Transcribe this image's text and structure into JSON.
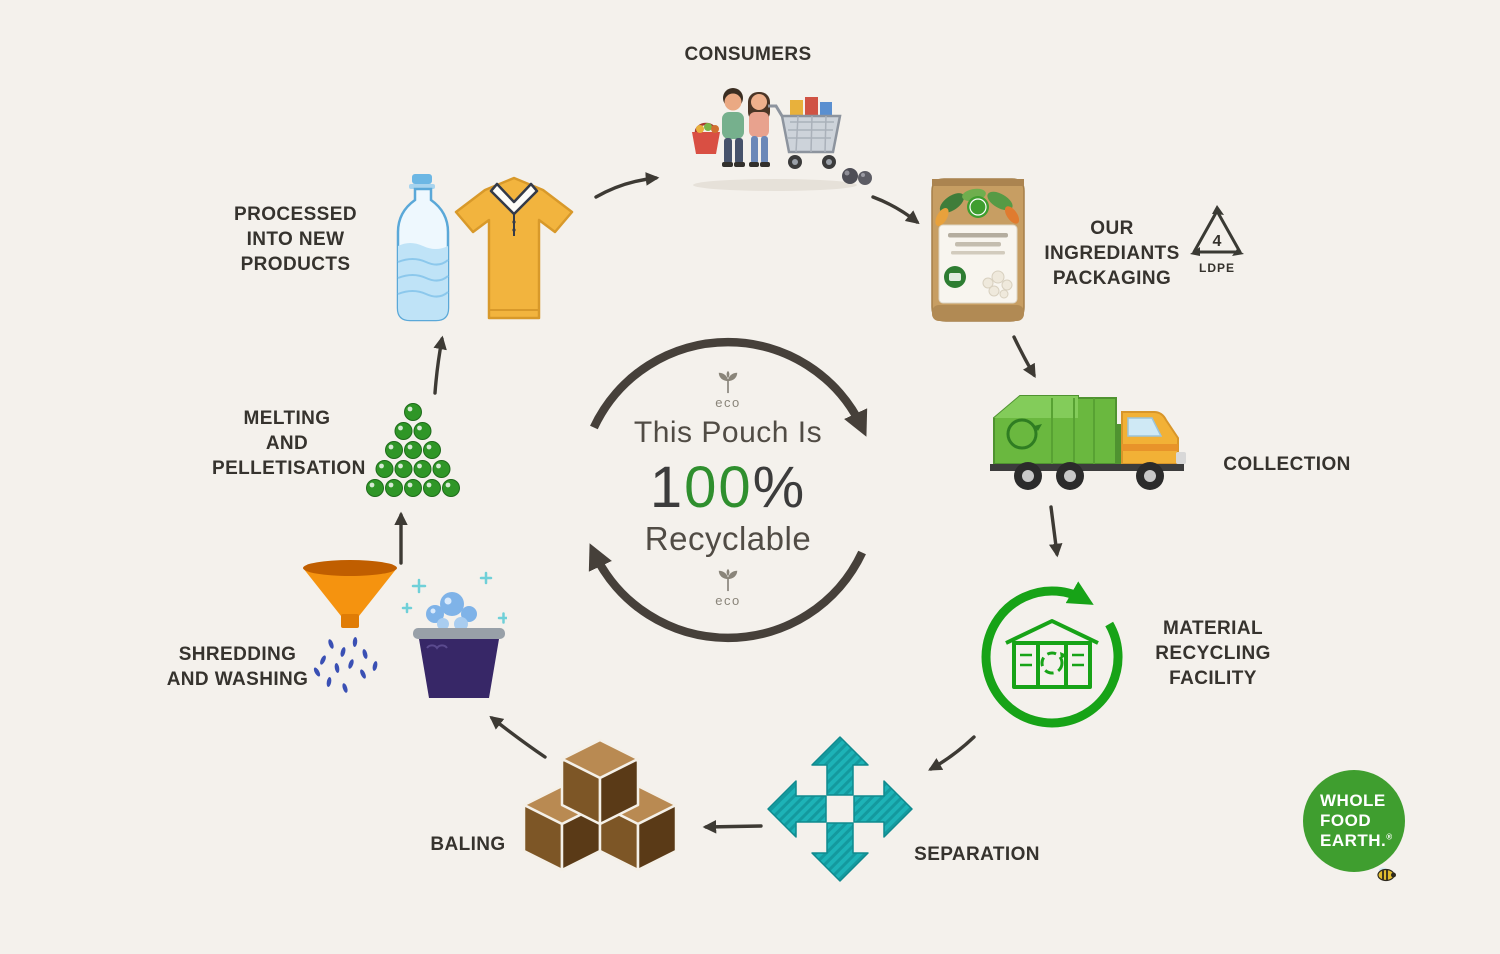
{
  "canvas": {
    "background": "#f4f1ec"
  },
  "center": {
    "eco_top": "eco",
    "line1": "This Pouch Is",
    "big_pre": "1",
    "big_zeros": "00",
    "big_post": "%",
    "line3": "Recyclable",
    "eco_bottom": "eco"
  },
  "stages": {
    "consumers": {
      "label": "CONSUMERS"
    },
    "packaging": {
      "label": "OUR INGREDIANTS\nPACKAGING"
    },
    "collection": {
      "label": "COLLECTION"
    },
    "mrf": {
      "label": "MATERIAL\nRECYCLING\nFACILITY"
    },
    "separation": {
      "label": "SEPARATION"
    },
    "baling": {
      "label": "BALING"
    },
    "shredding": {
      "label": "SHREDDING\nAND WASHING"
    },
    "melting": {
      "label": "MELTING\nAND\nPELLETISATION"
    },
    "processed": {
      "label": "PROCESSED\nINTO NEW PRODUCTS"
    }
  },
  "ldpe": {
    "number": "4",
    "label": "LDPE"
  },
  "logo": {
    "line1": "WHOLE",
    "line2": "FOOD",
    "line3": "EARTH.",
    "reg": "®"
  },
  "colors": {
    "arrow": "#3d3a34",
    "accent_green": "#2f8f2e",
    "facility_green": "#17a317",
    "teal": "#1db3b7",
    "label_text": "#36332e"
  }
}
